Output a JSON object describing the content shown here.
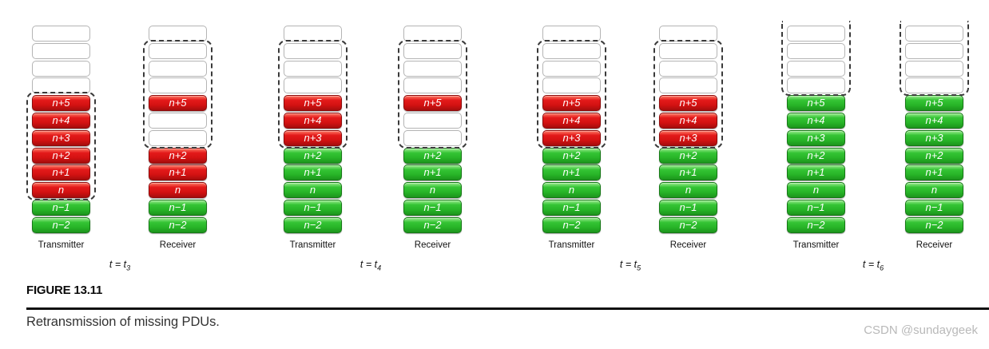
{
  "figure": {
    "label": "FIGURE 13.11",
    "caption": "Retransmission of missing PDUs.",
    "watermark": "CSDN @sundaygeek"
  },
  "colors": {
    "pdu_missing_red": "#e31a1a",
    "pdu_acked_green": "#35c435",
    "empty_slot_border": "#b4b4b4",
    "window_dash": "#3a3a3a"
  },
  "groups": [
    {
      "time_prefix": "t = t",
      "time_sub": "3",
      "columns": [
        {
          "role": "Transmitter",
          "window": {
            "start": 4,
            "end": 9,
            "open_top": false
          },
          "slots": [
            {
              "state": "empty",
              "label": ""
            },
            {
              "state": "empty",
              "label": ""
            },
            {
              "state": "empty",
              "label": ""
            },
            {
              "state": "empty",
              "label": ""
            },
            {
              "state": "unacked",
              "label": "n+5"
            },
            {
              "state": "unacked",
              "label": "n+4"
            },
            {
              "state": "unacked",
              "label": "n+3"
            },
            {
              "state": "unacked",
              "label": "n+2"
            },
            {
              "state": "unacked",
              "label": "n+1"
            },
            {
              "state": "unacked",
              "label": "n"
            },
            {
              "state": "acked",
              "label": "n−1"
            },
            {
              "state": "acked",
              "label": "n−2"
            }
          ]
        },
        {
          "role": "Receiver",
          "window": {
            "start": 1,
            "end": 6,
            "open_top": false
          },
          "slots": [
            {
              "state": "empty",
              "label": ""
            },
            {
              "state": "empty",
              "label": ""
            },
            {
              "state": "empty",
              "label": ""
            },
            {
              "state": "empty",
              "label": ""
            },
            {
              "state": "unacked",
              "label": "n+5"
            },
            {
              "state": "empty",
              "label": ""
            },
            {
              "state": "empty",
              "label": ""
            },
            {
              "state": "unacked",
              "label": "n+2"
            },
            {
              "state": "unacked",
              "label": "n+1"
            },
            {
              "state": "unacked",
              "label": "n"
            },
            {
              "state": "acked",
              "label": "n−1"
            },
            {
              "state": "acked",
              "label": "n−2"
            }
          ]
        }
      ]
    },
    {
      "time_prefix": "t = t",
      "time_sub": "4",
      "columns": [
        {
          "role": "Transmitter",
          "window": {
            "start": 1,
            "end": 6,
            "open_top": false
          },
          "slots": [
            {
              "state": "empty",
              "label": ""
            },
            {
              "state": "empty",
              "label": ""
            },
            {
              "state": "empty",
              "label": ""
            },
            {
              "state": "empty",
              "label": ""
            },
            {
              "state": "unacked",
              "label": "n+5"
            },
            {
              "state": "unacked",
              "label": "n+4"
            },
            {
              "state": "unacked",
              "label": "n+3"
            },
            {
              "state": "acked",
              "label": "n+2"
            },
            {
              "state": "acked",
              "label": "n+1"
            },
            {
              "state": "acked",
              "label": "n"
            },
            {
              "state": "acked",
              "label": "n−1"
            },
            {
              "state": "acked",
              "label": "n−2"
            }
          ]
        },
        {
          "role": "Receiver",
          "window": {
            "start": 1,
            "end": 6,
            "open_top": false
          },
          "slots": [
            {
              "state": "empty",
              "label": ""
            },
            {
              "state": "empty",
              "label": ""
            },
            {
              "state": "empty",
              "label": ""
            },
            {
              "state": "empty",
              "label": ""
            },
            {
              "state": "unacked",
              "label": "n+5"
            },
            {
              "state": "empty",
              "label": ""
            },
            {
              "state": "empty",
              "label": ""
            },
            {
              "state": "acked",
              "label": "n+2"
            },
            {
              "state": "acked",
              "label": "n+1"
            },
            {
              "state": "acked",
              "label": "n"
            },
            {
              "state": "acked",
              "label": "n−1"
            },
            {
              "state": "acked",
              "label": "n−2"
            }
          ]
        }
      ]
    },
    {
      "time_prefix": "t = t",
      "time_sub": "5",
      "columns": [
        {
          "role": "Transmitter",
          "window": {
            "start": 1,
            "end": 6,
            "open_top": false
          },
          "slots": [
            {
              "state": "empty",
              "label": ""
            },
            {
              "state": "empty",
              "label": ""
            },
            {
              "state": "empty",
              "label": ""
            },
            {
              "state": "empty",
              "label": ""
            },
            {
              "state": "unacked",
              "label": "n+5"
            },
            {
              "state": "unacked",
              "label": "n+4"
            },
            {
              "state": "unacked",
              "label": "n+3"
            },
            {
              "state": "acked",
              "label": "n+2"
            },
            {
              "state": "acked",
              "label": "n+1"
            },
            {
              "state": "acked",
              "label": "n"
            },
            {
              "state": "acked",
              "label": "n−1"
            },
            {
              "state": "acked",
              "label": "n−2"
            }
          ]
        },
        {
          "role": "Receiver",
          "window": {
            "start": 1,
            "end": 6,
            "open_top": false
          },
          "slots": [
            {
              "state": "empty",
              "label": ""
            },
            {
              "state": "empty",
              "label": ""
            },
            {
              "state": "empty",
              "label": ""
            },
            {
              "state": "empty",
              "label": ""
            },
            {
              "state": "unacked",
              "label": "n+5"
            },
            {
              "state": "unacked",
              "label": "n+4"
            },
            {
              "state": "unacked",
              "label": "n+3"
            },
            {
              "state": "acked",
              "label": "n+2"
            },
            {
              "state": "acked",
              "label": "n+1"
            },
            {
              "state": "acked",
              "label": "n"
            },
            {
              "state": "acked",
              "label": "n−1"
            },
            {
              "state": "acked",
              "label": "n−2"
            }
          ]
        }
      ]
    },
    {
      "time_prefix": "t = t",
      "time_sub": "6",
      "columns": [
        {
          "role": "Transmitter",
          "window": {
            "start": 0,
            "end": 3,
            "open_top": true
          },
          "slots": [
            {
              "state": "empty",
              "label": ""
            },
            {
              "state": "empty",
              "label": ""
            },
            {
              "state": "empty",
              "label": ""
            },
            {
              "state": "empty",
              "label": ""
            },
            {
              "state": "acked",
              "label": "n+5"
            },
            {
              "state": "acked",
              "label": "n+4"
            },
            {
              "state": "acked",
              "label": "n+3"
            },
            {
              "state": "acked",
              "label": "n+2"
            },
            {
              "state": "acked",
              "label": "n+1"
            },
            {
              "state": "acked",
              "label": "n"
            },
            {
              "state": "acked",
              "label": "n−1"
            },
            {
              "state": "acked",
              "label": "n−2"
            }
          ]
        },
        {
          "role": "Receiver",
          "window": {
            "start": 0,
            "end": 3,
            "open_top": true
          },
          "slots": [
            {
              "state": "empty",
              "label": ""
            },
            {
              "state": "empty",
              "label": ""
            },
            {
              "state": "empty",
              "label": ""
            },
            {
              "state": "empty",
              "label": ""
            },
            {
              "state": "acked",
              "label": "n+5"
            },
            {
              "state": "acked",
              "label": "n+4"
            },
            {
              "state": "acked",
              "label": "n+3"
            },
            {
              "state": "acked",
              "label": "n+2"
            },
            {
              "state": "acked",
              "label": "n+1"
            },
            {
              "state": "acked",
              "label": "n"
            },
            {
              "state": "acked",
              "label": "n−1"
            },
            {
              "state": "acked",
              "label": "n−2"
            }
          ]
        }
      ]
    }
  ]
}
